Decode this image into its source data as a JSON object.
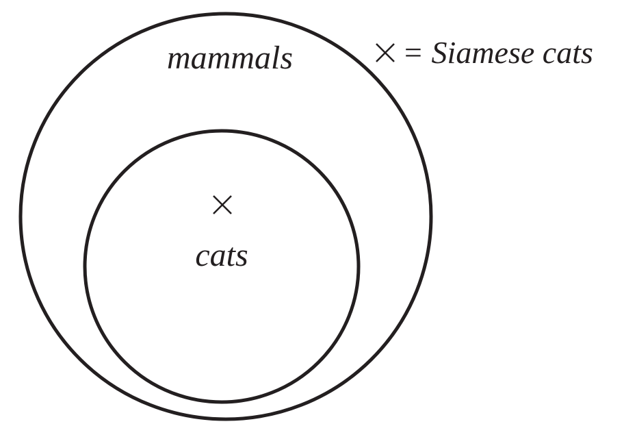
{
  "diagram": {
    "sets": [
      {
        "label": "mammals"
      },
      {
        "label": "cats"
      }
    ],
    "marker": {
      "symbol": "×"
    },
    "legend": {
      "text": "= Siamese cats"
    },
    "colors": {
      "ink": "#231f20",
      "background": "#ffffff"
    }
  }
}
